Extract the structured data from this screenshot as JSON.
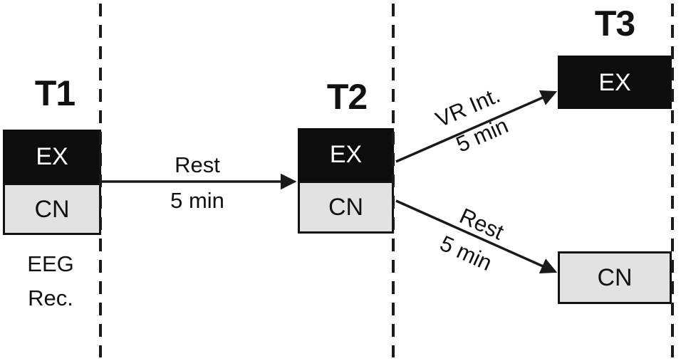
{
  "diagram": {
    "timepoints": [
      {
        "label": "T1"
      },
      {
        "label": "T2"
      },
      {
        "label": "T3"
      }
    ],
    "boxes": {
      "t1_ex": "EX",
      "t1_cn": "CN",
      "t2_ex": "EX",
      "t2_cn": "CN",
      "t3_ex": "EX",
      "t3_cn": "CN"
    },
    "annotations": {
      "eeg_line1": "EEG",
      "eeg_line2": "Rec."
    },
    "arrows": {
      "t1_to_t2": {
        "line1": "Rest",
        "line2": "5 min"
      },
      "t2_to_t3_ex": {
        "line1": "VR Int.",
        "line2": "5 min"
      },
      "t2_to_t3_cn": {
        "line1": "Rest",
        "line2": "5 min"
      }
    },
    "colors": {
      "ex_fill": "#0d0d0d",
      "ex_text": "#ffffff",
      "cn_fill": "#e2e2e2",
      "box_border": "#111111",
      "line_color": "#1a1a1a",
      "background": "#ffffff"
    }
  }
}
